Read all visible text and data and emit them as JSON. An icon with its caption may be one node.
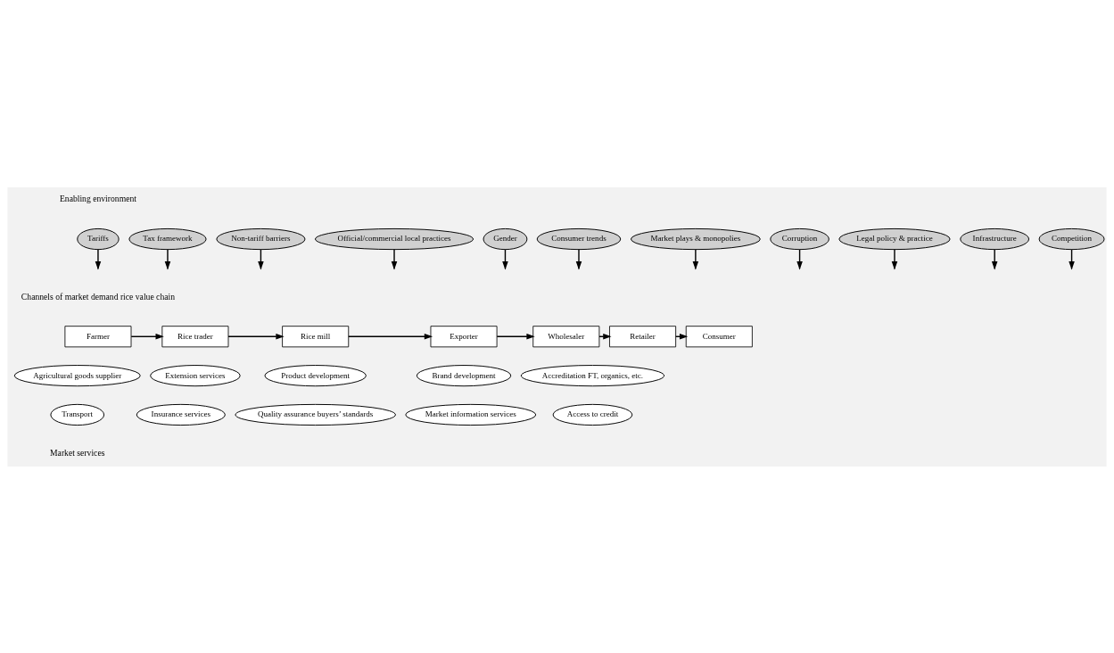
{
  "diagram": {
    "nodes": [
      {
        "text": [
          "Tariffs"
        ]
      },
      {
        "text": [
          "Tax framework"
        ]
      },
      {
        "text": [
          "Non-tariff barriers"
        ]
      },
      {
        "text": [
          "Official/commercial local practices"
        ]
      },
      {
        "text": [
          "Gender"
        ]
      },
      {
        "text": [
          "Consumer trends"
        ]
      },
      {
        "text": [
          "Market plays & monopolies"
        ]
      },
      {
        "text": [
          "Corruption"
        ]
      },
      {
        "text": [
          "Legal policy & practice"
        ]
      },
      {
        "text": [
          "Infrastructure"
        ]
      },
      {
        "text": [
          "Competition"
        ]
      },
      {
        "text": [
          "Farmer"
        ]
      },
      {
        "text": [
          "Rice trader"
        ]
      },
      {
        "text": [
          "Rice mill"
        ]
      },
      {
        "text": [
          "Exporter"
        ]
      },
      {
        "text": [
          "Wholesaler"
        ]
      },
      {
        "text": [
          "Retailer"
        ]
      },
      {
        "text": [
          "Consumer"
        ]
      },
      {
        "text": [
          "Agricultural goods supplier"
        ]
      },
      {
        "text": [
          "Extension services"
        ]
      },
      {
        "text": [
          "Product development"
        ]
      },
      {
        "text": [
          "Brand development"
        ]
      },
      {
        "text": [
          "Accreditation FT, organics, etc."
        ]
      },
      {
        "text": [
          "Transport"
        ]
      },
      {
        "text": [
          "Insurance services"
        ]
      },
      {
        "text": [
          "Quality assurance buyers’ standards"
        ]
      },
      {
        "text": [
          "Market information services"
        ]
      },
      {
        "text": [
          "Access to credit"
        ]
      }
    ],
    "edges": [
      {
        "from": 0,
        "to": null,
        "arrow": "to"
      },
      {
        "from": 1,
        "to": null,
        "arrow": "to"
      },
      {
        "from": 2,
        "to": null,
        "arrow": "to"
      },
      {
        "from": 3,
        "to": null,
        "arrow": "to"
      },
      {
        "from": 4,
        "to": null,
        "arrow": "to"
      },
      {
        "from": 5,
        "to": null,
        "arrow": "to"
      },
      {
        "from": 6,
        "to": null,
        "arrow": "to"
      },
      {
        "from": 7,
        "to": null,
        "arrow": "to"
      },
      {
        "from": 8,
        "to": null,
        "arrow": "to"
      },
      {
        "from": 9,
        "to": null,
        "arrow": "to"
      },
      {
        "from": 10,
        "to": null,
        "arrow": "to"
      },
      {
        "from": 11,
        "to": 12,
        "arrow": "to"
      },
      {
        "from": 12,
        "to": 13,
        "arrow": "to"
      },
      {
        "from": 13,
        "to": 14,
        "arrow": "to"
      },
      {
        "from": 14,
        "to": 15,
        "arrow": "to"
      },
      {
        "from": 15,
        "to": 16,
        "arrow": "to"
      },
      {
        "from": 16,
        "to": 17,
        "arrow": "to"
      }
    ],
    "labels": [
      "Enabling environment",
      "Channels of market demand rice value chain",
      "Market services"
    ]
  }
}
